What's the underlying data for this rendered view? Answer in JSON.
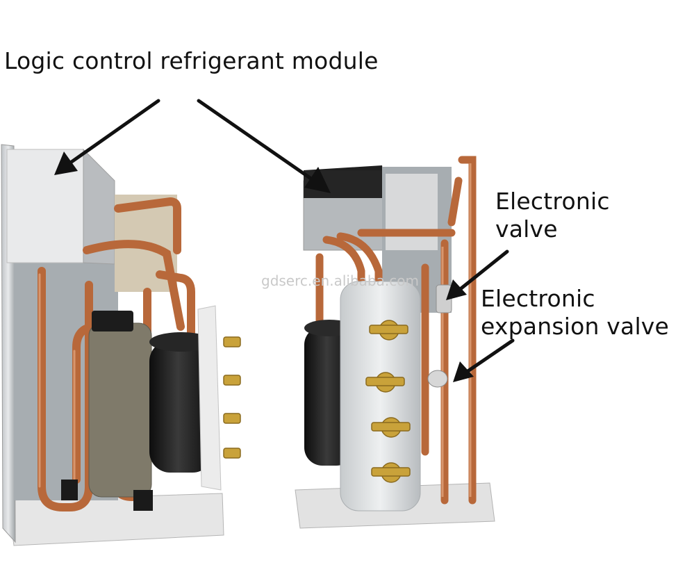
{
  "labels": {
    "module": "Logic control refrigerant module",
    "electronic_valve_line1": "Electronic",
    "electronic_valve_line2": "valve",
    "eev_line1": "Electronic",
    "eev_line2": "expansion valve"
  },
  "watermark": "gdserc.en.alibaba.com",
  "colors": {
    "copper": "#b8683a",
    "copper_light": "#e0a27a",
    "compressor": "#1b1b1b",
    "panel": "#d8d8d8",
    "brass": "#c9a23a"
  }
}
